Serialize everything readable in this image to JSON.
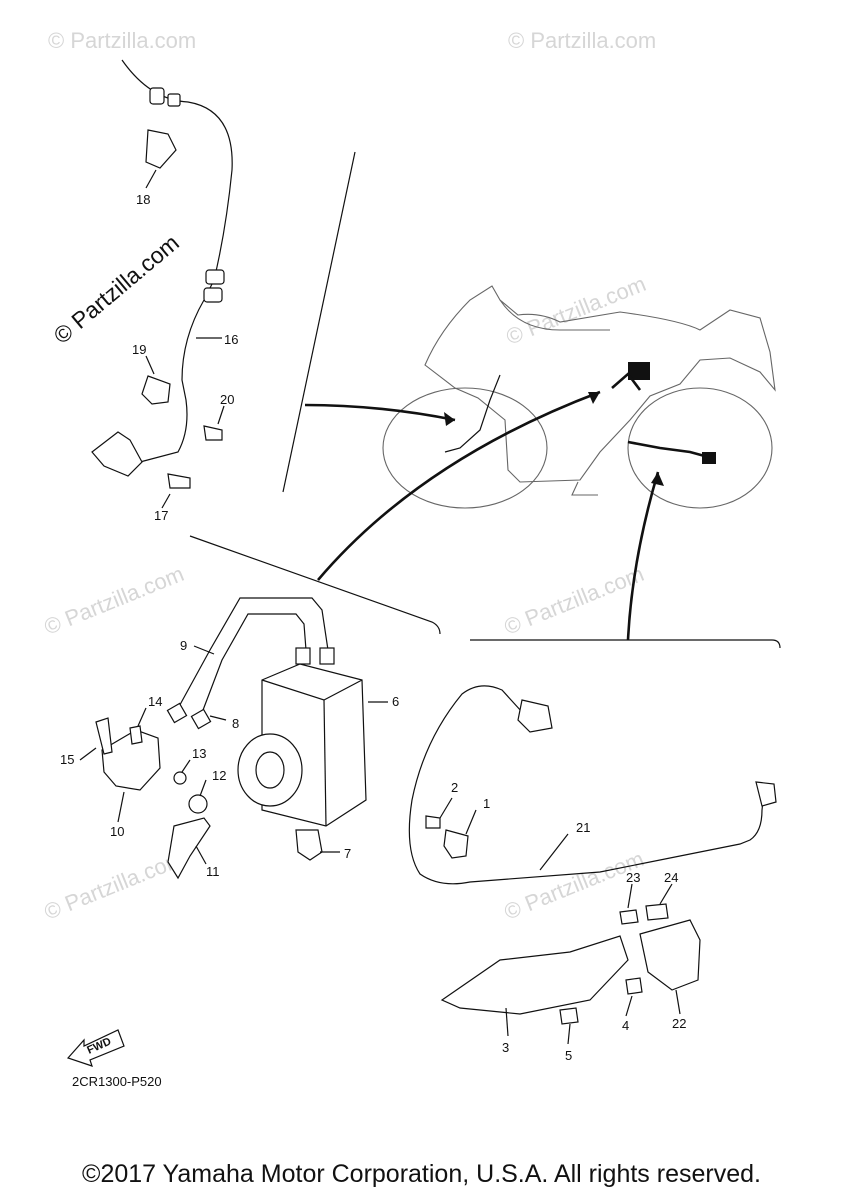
{
  "watermarks": [
    "© Partzilla.com"
  ],
  "diagram_code": "2CR1300-P520",
  "fwd_label": "FWD",
  "copyright": "©2017 Yamaha Motor Corporation, U.S.A. All rights reserved.",
  "part_labels": [
    "1",
    "2",
    "3",
    "4",
    "5",
    "6",
    "7",
    "8",
    "9",
    "10",
    "11",
    "12",
    "13",
    "14",
    "15",
    "16",
    "17",
    "18",
    "19",
    "20",
    "21",
    "22",
    "23",
    "24"
  ]
}
